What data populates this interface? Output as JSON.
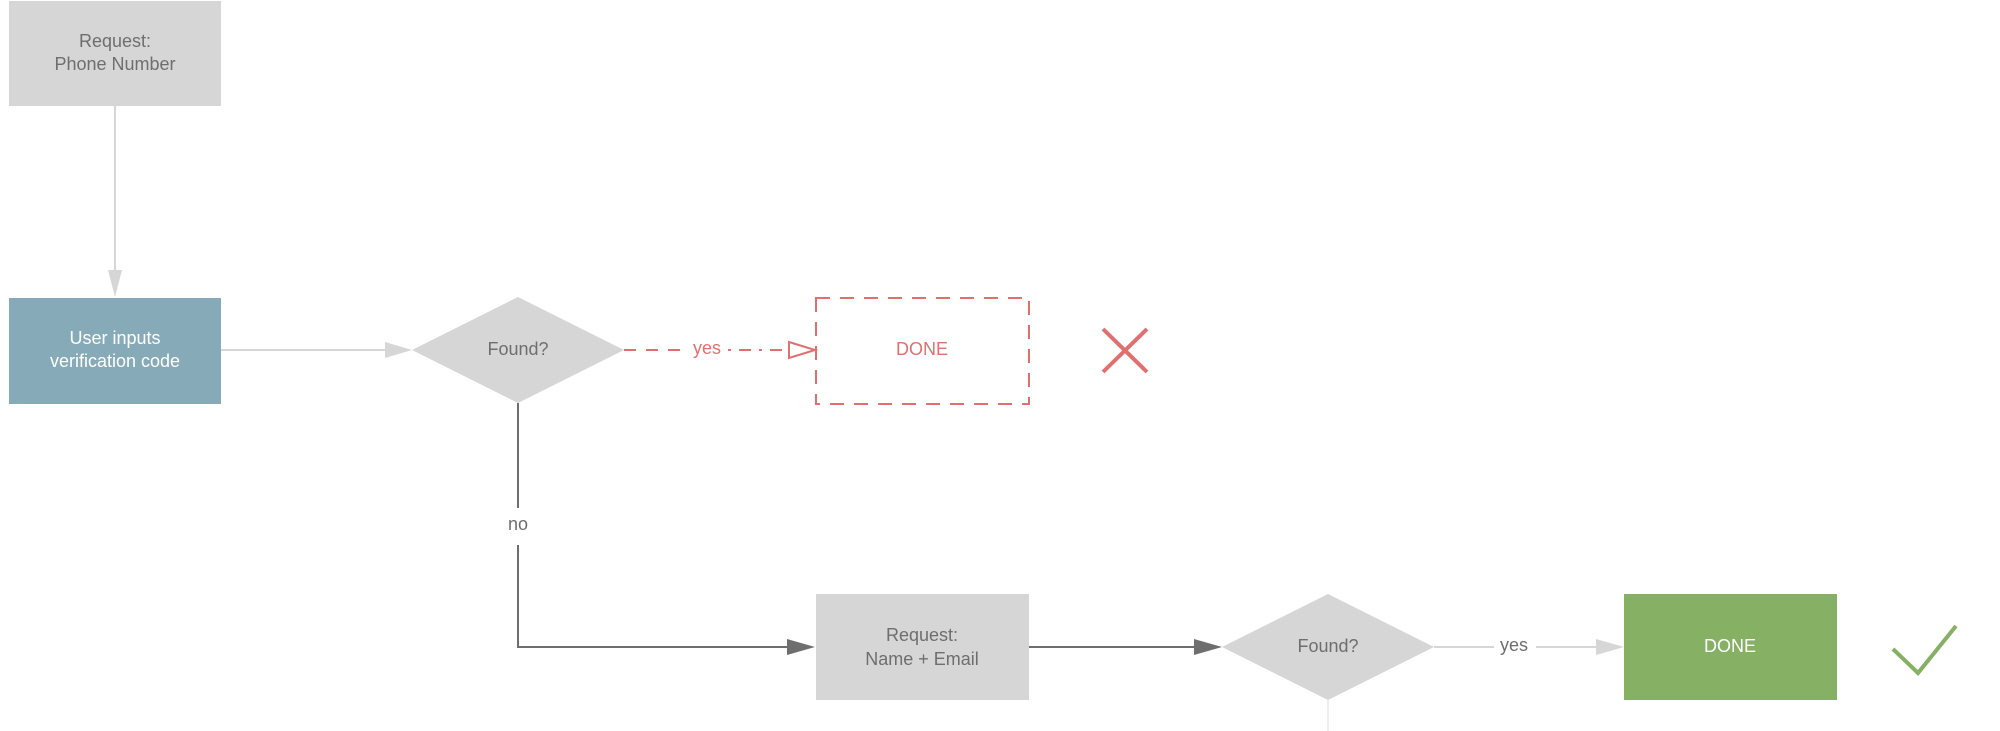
{
  "nodes": {
    "request_phone": {
      "line1": "Request:",
      "line2": "Phone Number"
    },
    "user_inputs": {
      "line1": "User inputs",
      "line2": "verification code"
    },
    "found1": {
      "label": "Found?"
    },
    "done_fail": {
      "label": "DONE"
    },
    "request_name_email": {
      "line1": "Request:",
      "line2": "Name + Email"
    },
    "found2": {
      "label": "Found?"
    },
    "done_success": {
      "label": "DONE"
    }
  },
  "edges": {
    "found1_yes": "yes",
    "found1_no": "no",
    "found2_yes": "yes"
  },
  "icons": {
    "fail": "x-icon",
    "success": "checkmark-icon"
  },
  "colors": {
    "gray_box": "#d6d6d6",
    "teal_box": "#87aab8",
    "red": "#e07070",
    "green": "#86b064",
    "dark_line": "#6e6e6e",
    "light_line": "#d6d6d6"
  }
}
